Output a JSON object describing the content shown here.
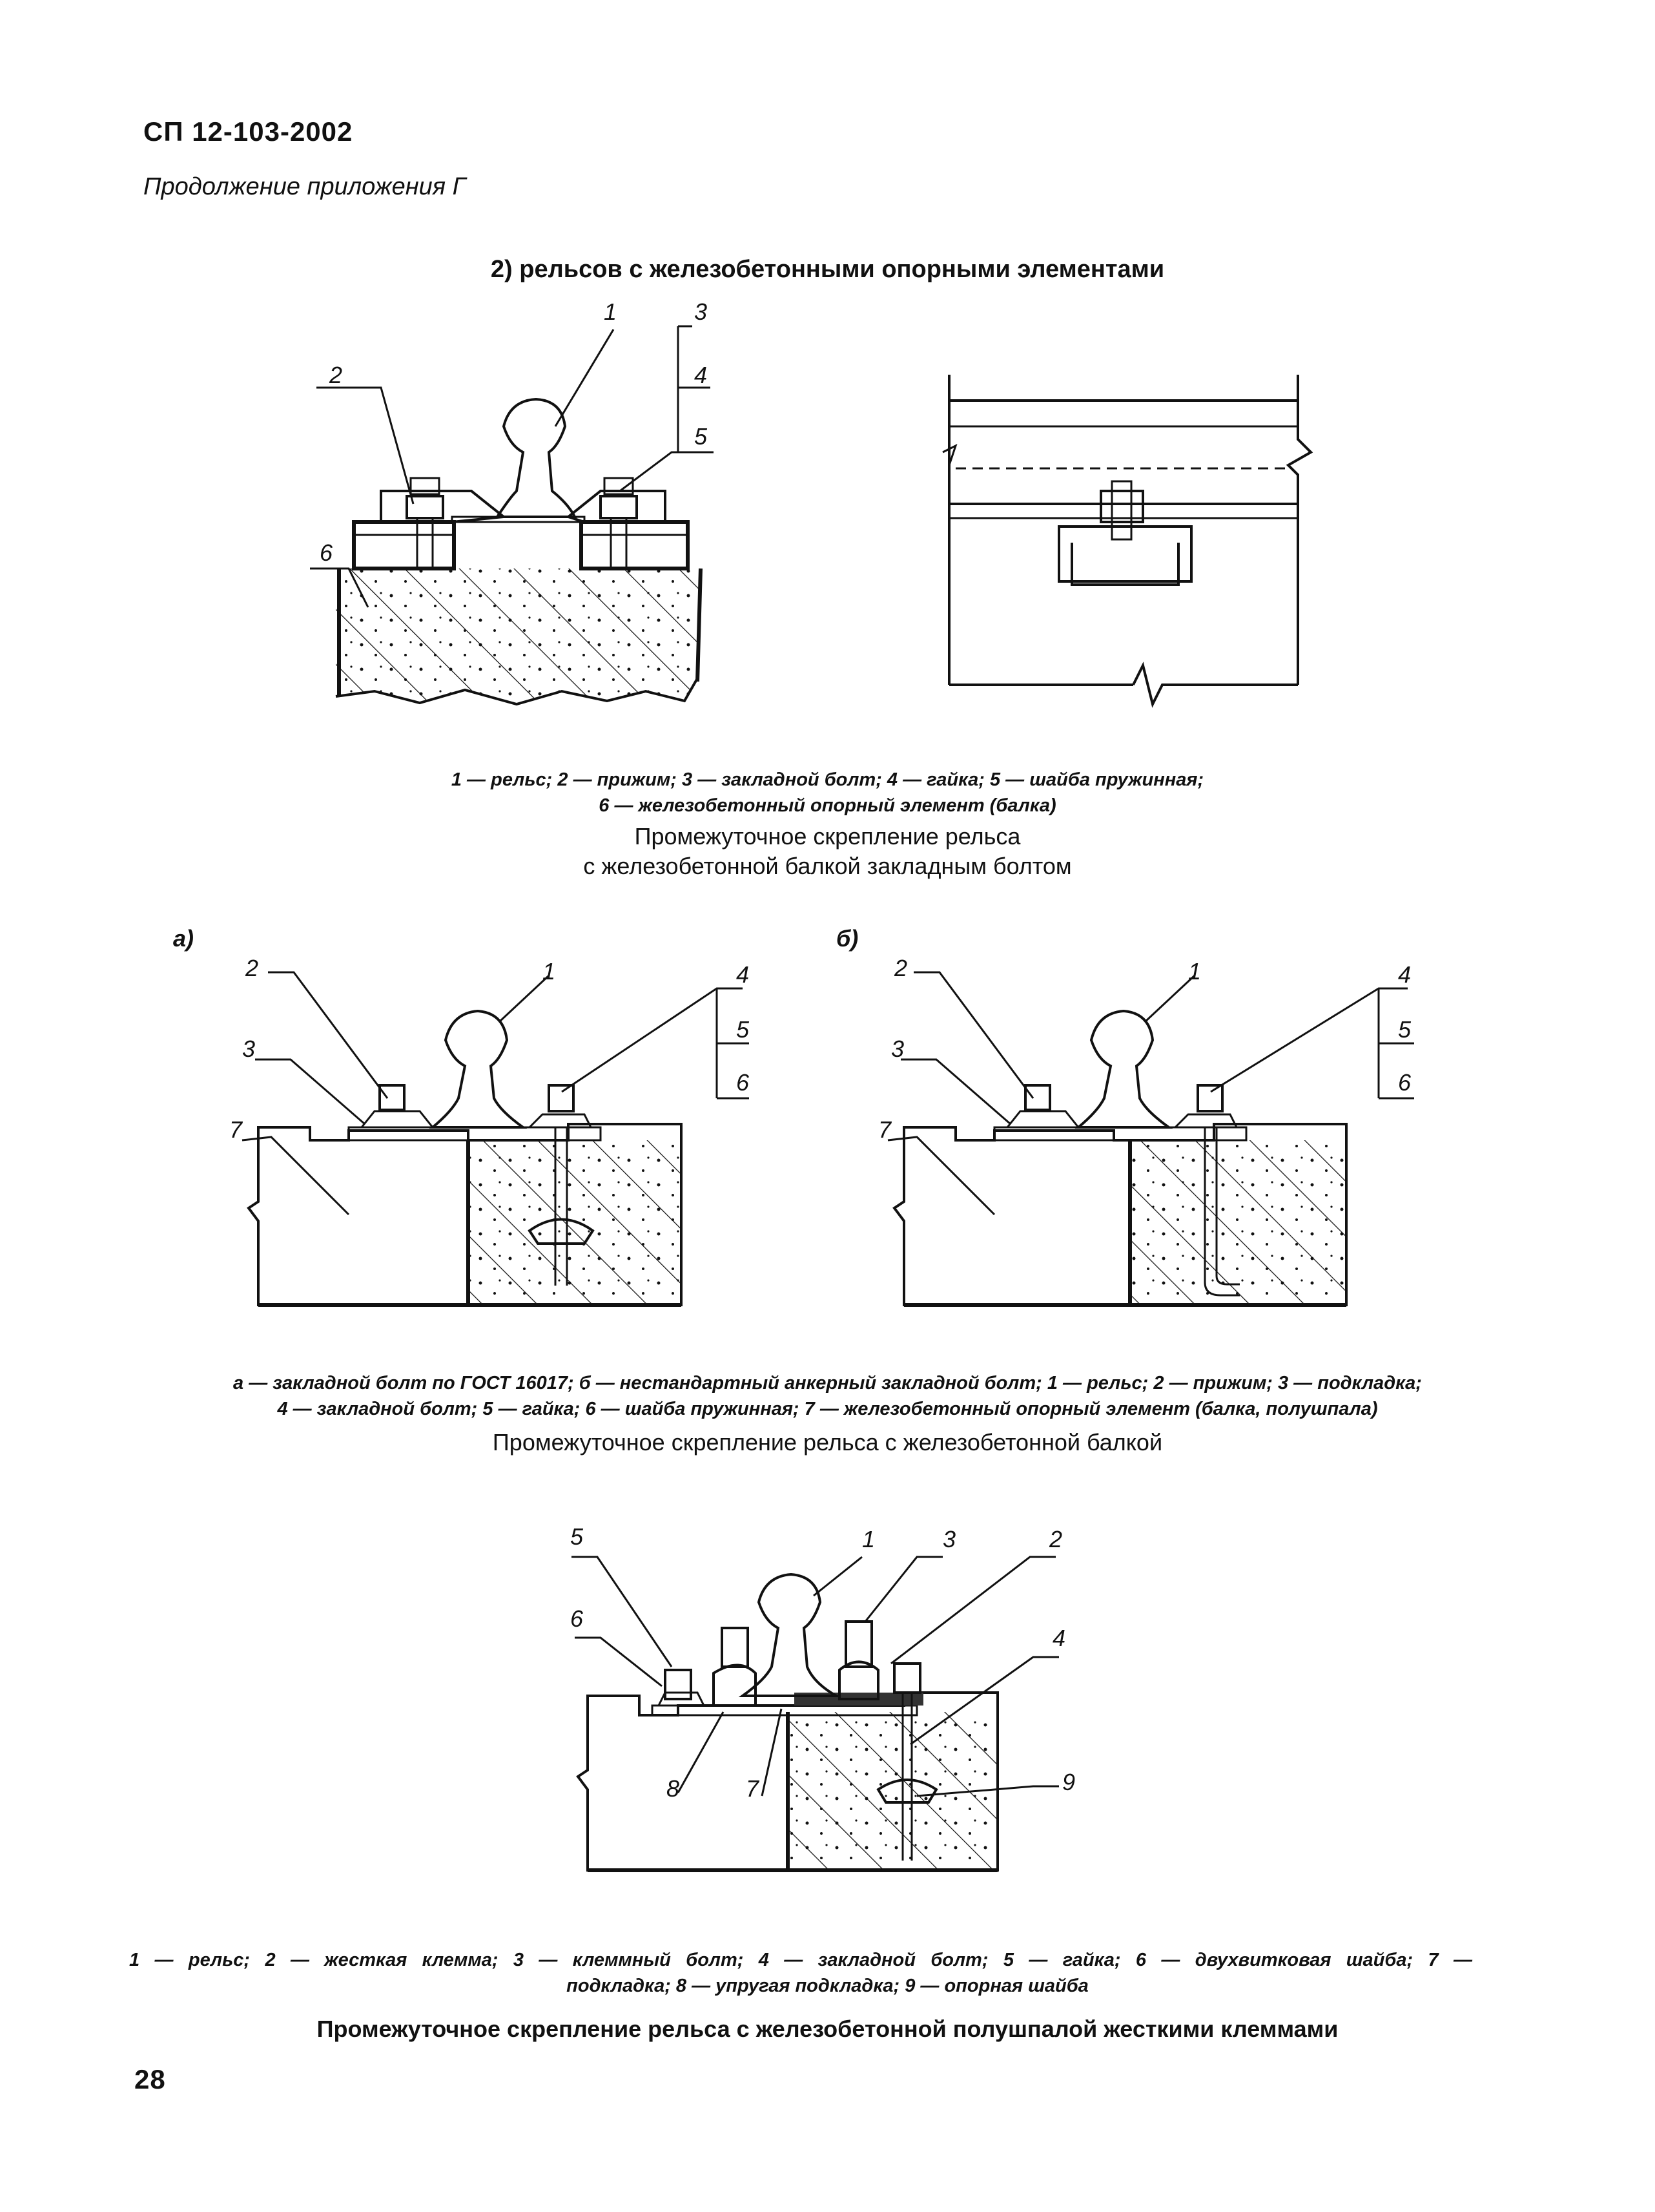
{
  "header": {
    "doc_code": "СП 12-103-2002",
    "continuation": "Продолжение приложения Г",
    "page_number": "28"
  },
  "section_title": "2) рельсов с железобетонными опорными элементами",
  "figure1": {
    "labels": [
      "1",
      "2",
      "3",
      "4",
      "5",
      "6"
    ],
    "legend_line1": "1 — рельс; 2 — прижим; 3 — закладной болт; 4 — гайка; 5 — шайба пружинная;",
    "legend_line2": "6 — железобетонный опорный элемент (балка)",
    "caption_line1": "Промежуточное скрепление рельса",
    "caption_line2": "с железобетонной балкой закладным болтом"
  },
  "figure2": {
    "panel_a": "а)",
    "panel_b": "б)",
    "labels": [
      "1",
      "2",
      "3",
      "4",
      "5",
      "6",
      "7"
    ],
    "legend_line1": "а — закладной болт по ГОСТ 16017; б — нестандартный анкерный закладной болт; 1 — рельс; 2 — прижим; 3 — подкладка;",
    "legend_line2": "4 — закладной болт; 5 — гайка; 6 — шайба пружинная; 7 — железобетонный опорный элемент (балка, полушпала)",
    "caption": "Промежуточное скрепление рельса с железобетонной балкой"
  },
  "figure3": {
    "labels": [
      "1",
      "2",
      "3",
      "4",
      "5",
      "6",
      "7",
      "8",
      "9"
    ],
    "legend_line1": "1 — рельс; 2 — жесткая клемма; 3 — клеммный болт; 4 — закладной болт; 5 — гайка; 6 — двухвитковая шайба; 7 —",
    "legend_line2": "подкладка; 8 — упругая подкладка; 9 — опорная шайба",
    "caption": "Промежуточное скрепление рельса с железобетонной полушпалой жесткими клеммами"
  }
}
